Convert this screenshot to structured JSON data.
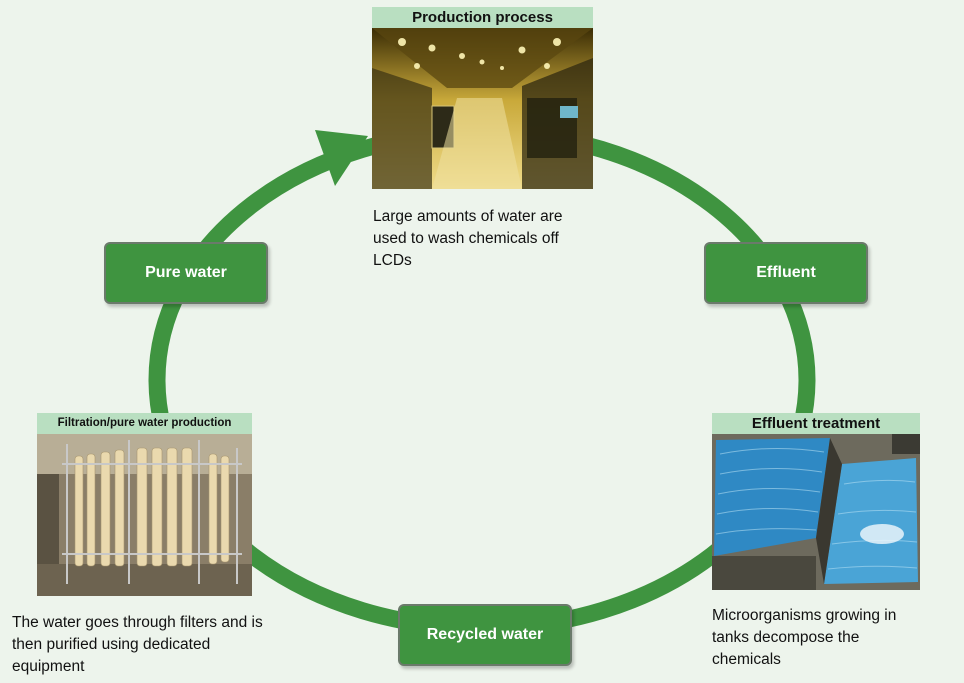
{
  "stages": {
    "pure_water": "Pure water",
    "effluent": "Effluent",
    "recycled_water": "Recycled water"
  },
  "photos": {
    "production": {
      "title": "Production process",
      "caption": "Large amounts of water are used to wash chemicals off LCDs"
    },
    "effluent_treatment": {
      "title": "Effluent treatment",
      "caption": "Microorganisms growing in tanks decompose the chemicals"
    },
    "filtration": {
      "title": "Filtration/pure water production",
      "caption": "The water goes through filters and is then purified using dedicated equipment"
    }
  },
  "colors": {
    "ring": "#3f9440",
    "label_bg": "#3f9440",
    "photo_title_bg": "#b9dfc1",
    "background": "#edf4ec"
  }
}
